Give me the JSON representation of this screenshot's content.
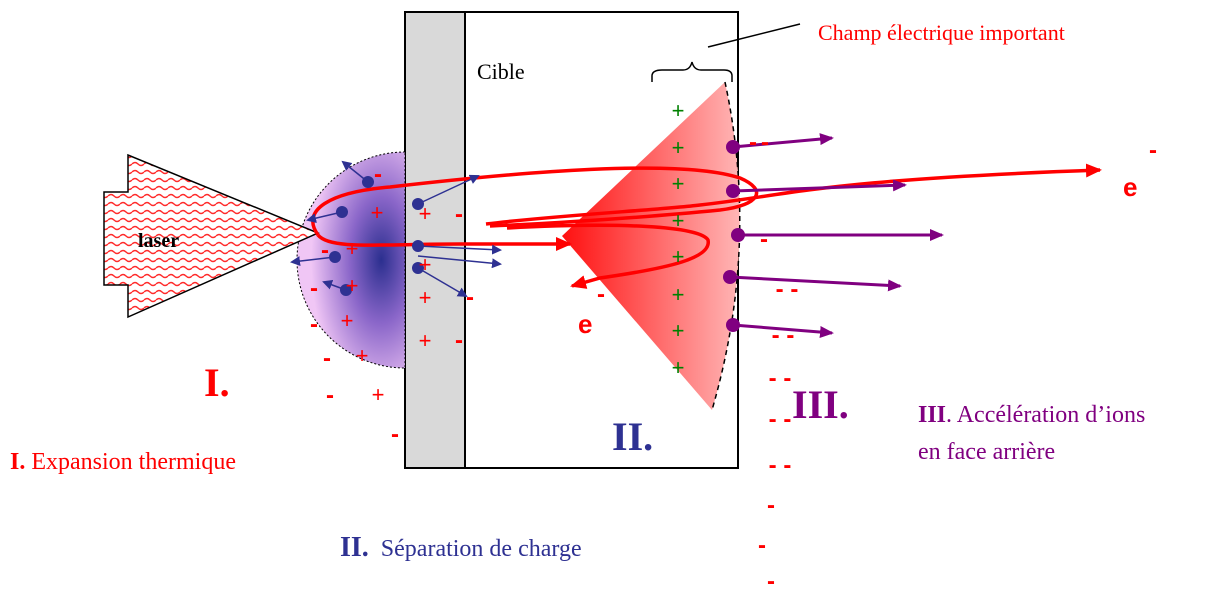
{
  "labels": {
    "champ": "Champ électrique important",
    "cible": "Cible",
    "laser": "laser",
    "electron": "e",
    "electron_charge": "-",
    "stage_I": "I.",
    "stage_II": "II.",
    "stage_III": "III.",
    "legend_I_num": "I.",
    "legend_I_text": "Expansion thermique",
    "legend_II_num": "II.",
    "legend_II_text": "Séparation de charge",
    "legend_III_num": "III",
    "legend_III_text_1": ". Accélération d’ions",
    "legend_III_text_2": "en face arrière"
  },
  "symbols": {
    "plus": "+",
    "minus": "-",
    "minus_pair": "- -"
  },
  "colors": {
    "red": "#ff0000",
    "blue": "#2e3192",
    "purple": "#800080",
    "green": "#008000",
    "target_fill": "#d9d9d9",
    "plasma": "#e9b3f2"
  }
}
